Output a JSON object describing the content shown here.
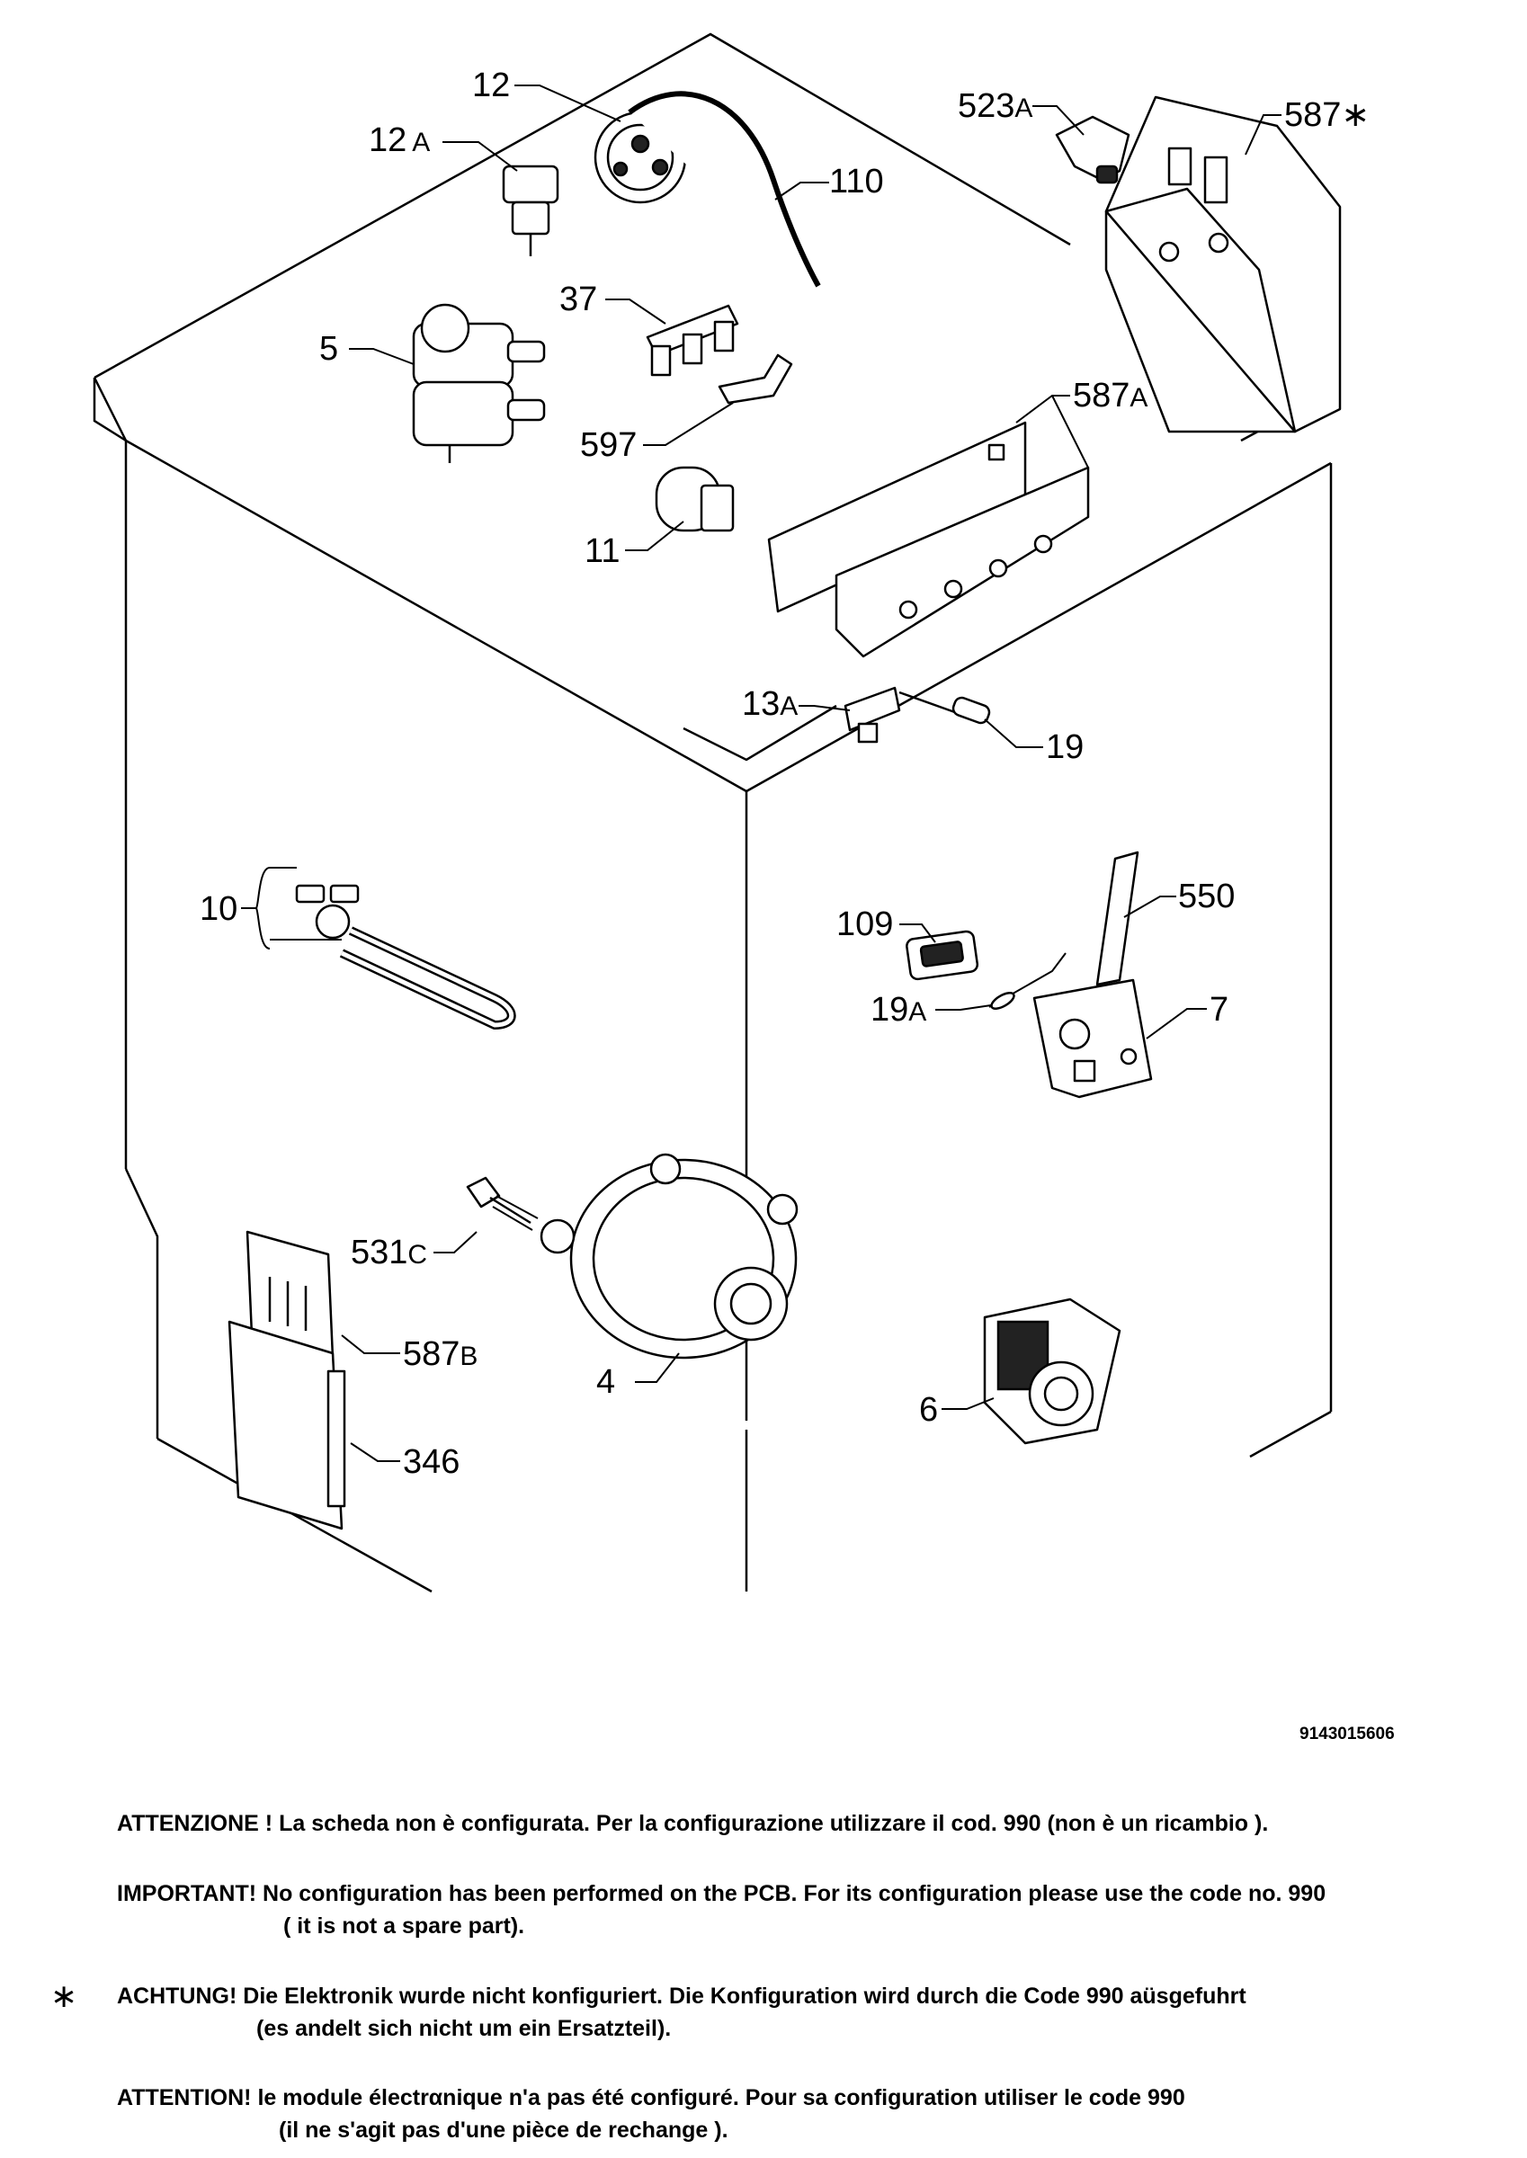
{
  "labels": {
    "p12": "12",
    "p12a_num": "12",
    "p12a_sfx": "A",
    "p110": "110",
    "p523a_num": "523",
    "p523a_sfx": "A",
    "p587star": "587∗",
    "p37": "37",
    "p5": "5",
    "p597": "597",
    "p587a_num": "587",
    "p587a_sfx": "A",
    "p11": "11",
    "p13a_num": "13",
    "p13a_sfx": "A",
    "p19": "19",
    "p10": "10",
    "p109": "109",
    "p550": "550",
    "p19a_num": "19",
    "p19a_sfx": "A",
    "p7": "7",
    "p531c_num": "531",
    "p531c_sfx": "C",
    "p587b_num": "587",
    "p587b_sfx": "B",
    "p4": "4",
    "p346": "346",
    "p6": "6"
  },
  "document_code": "9143015606",
  "notes": {
    "it": "ATTENZIONE ! La scheda non è  configurata. Per la configurazione utilizzare il cod. 990 (non è un ricambio ).",
    "en_line1": "IMPORTANT! No configuration has been performed on the PCB. For its configuration please use the code no. 990",
    "en_line2": "( it is not a spare part).",
    "star": "∗",
    "de_line1": "ACHTUNG! Die Elektronik wurde nicht konfiguriert. Die Konfiguration wird durch die Code 990 aüsgefuhrt",
    "de_line2": "(es andelt sich nicht um ein Ersatzteil).",
    "fr_line1": "ATTENTION! le module électrαnique n'a pas été configuré. Pour  sa configuration utiliser le code 990",
    "fr_line2": "(il ne s'agit pas d'une pièce de rechange )."
  }
}
